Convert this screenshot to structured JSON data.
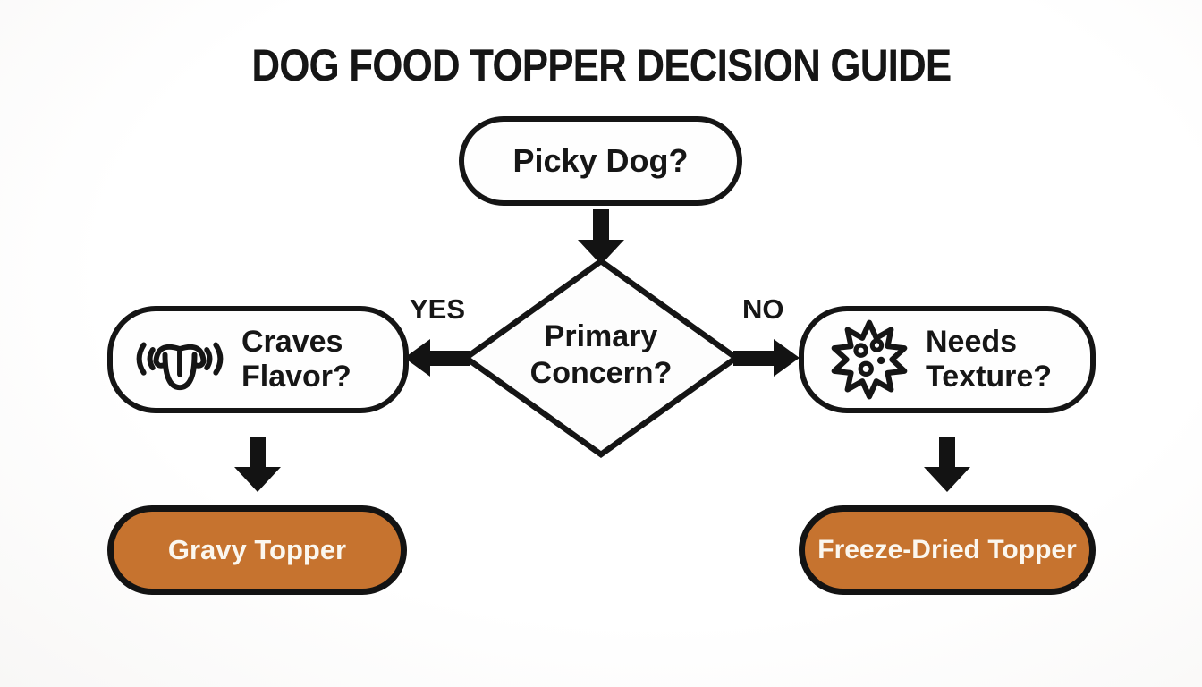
{
  "title": "DOG FOOD TOPPER DECISION GUIDE",
  "flowchart": {
    "start": {
      "label": "Picky Dog?"
    },
    "decision": {
      "label": "Primary Concern?"
    },
    "branch_yes": {
      "edge_label": "YES",
      "question": "Craves Flavor?",
      "icon": "tongue-flavor-icon",
      "result": "Gravy Topper"
    },
    "branch_no": {
      "edge_label": "NO",
      "question": "Needs Texture?",
      "icon": "crunchy-texture-icon",
      "result": "Freeze-Dried Topper"
    }
  },
  "colors": {
    "outline": "#151515",
    "result_fill": "#c6732f",
    "result_text": "#fbf7ef",
    "background": "#fdfdfd"
  }
}
